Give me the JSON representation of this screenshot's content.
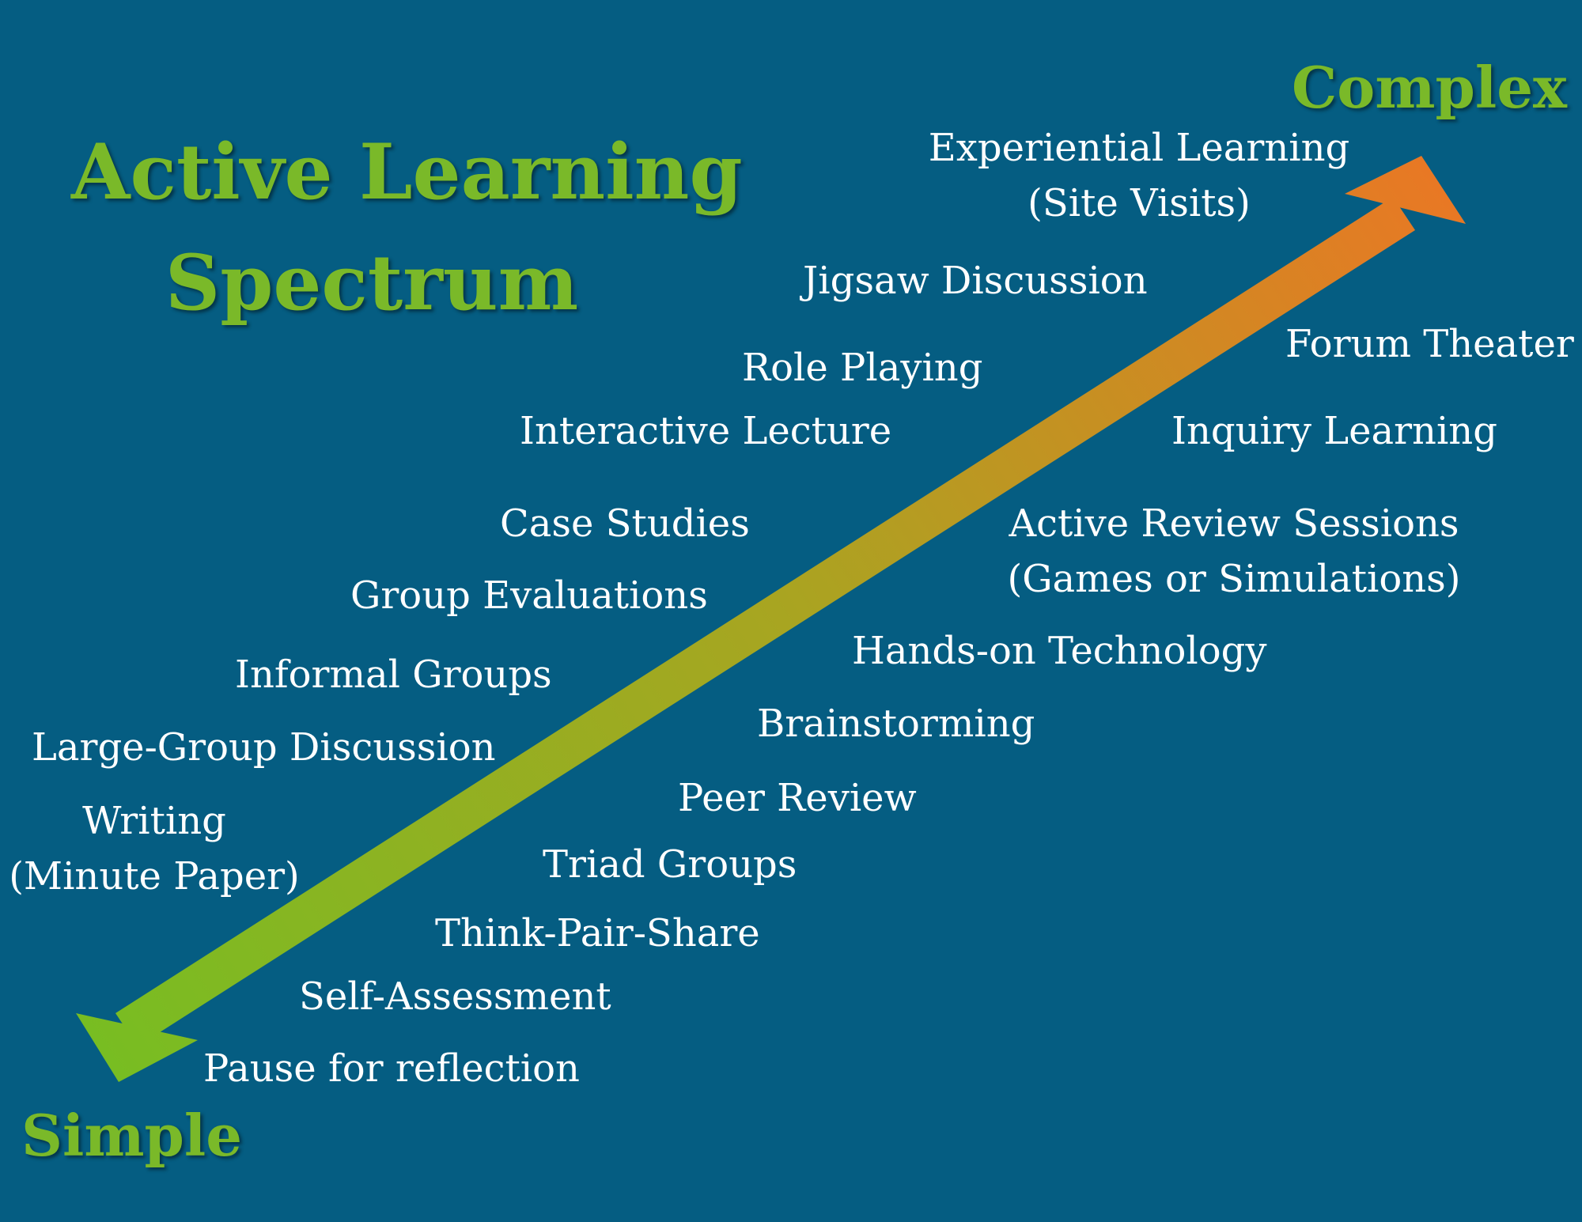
{
  "title": {
    "line1": "Active Learning",
    "line2": "Spectrum"
  },
  "ends": {
    "complex": "Complex",
    "simple": "Simple"
  },
  "colors": {
    "background": "#055d82",
    "title_green": "#7ab929",
    "arrow_start": "#78bd22",
    "arrow_end": "#ea7724",
    "item_text": "#ffffff"
  },
  "arrow": {
    "direction": "from Simple (bottom-left) to Complex (top-right)",
    "double_headed": true
  },
  "items": {
    "experiential_1": "Experiential Learning",
    "experiential_2": "(Site Visits)",
    "jigsaw": "Jigsaw Discussion",
    "forum": "Forum Theater",
    "role_playing": "Role Playing",
    "interactive_lecture": "Interactive Lecture",
    "inquiry": "Inquiry Learning",
    "case_studies": "Case Studies",
    "review_1": "Active Review Sessions",
    "review_2": "(Games or Simulations)",
    "group_evaluations": "Group Evaluations",
    "hands_on": "Hands-on Technology",
    "informal_groups": "Informal Groups",
    "brainstorming": "Brainstorming",
    "large_group": "Large-Group Discussion",
    "peer_review": "Peer Review",
    "writing_1": "Writing",
    "writing_2": "(Minute Paper)",
    "triad": "Triad Groups",
    "think_pair": "Think-Pair-Share",
    "self_assessment": "Self-Assessment",
    "pause": "Pause for reflection"
  }
}
